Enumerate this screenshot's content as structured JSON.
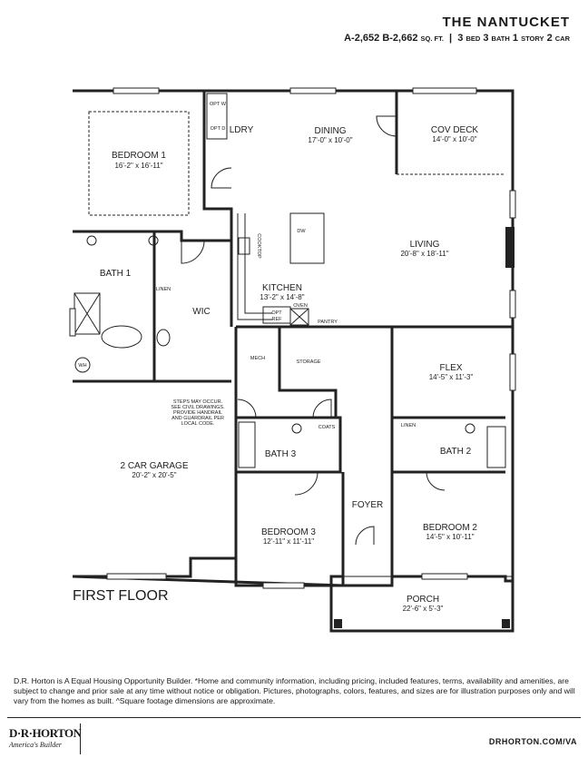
{
  "header": {
    "title": "THE NANTUCKET",
    "sqft_a": "A-2,652",
    "sqft_b": "B-2,662",
    "sqft_unit": "SQ. FT.",
    "beds": "3",
    "beds_label": "BED",
    "baths": "3",
    "baths_label": "BATH",
    "stories": "1",
    "stories_label": "STORY",
    "cars": "2",
    "cars_label": "CAR"
  },
  "rooms": {
    "bedroom1": {
      "name": "BEDROOM 1",
      "dims": "16'-2\" x 16'-11\""
    },
    "laundry": {
      "name": "LDRY"
    },
    "dining": {
      "name": "DINING",
      "dims": "17'-0\" x 10'-0\""
    },
    "cov_deck": {
      "name": "COV DECK",
      "dims": "14'-0\" x 10'-0\""
    },
    "living": {
      "name": "LIVING",
      "dims": "20'-8\" x 18'-11\""
    },
    "kitchen": {
      "name": "KITCHEN",
      "dims": "13'-2\" x 14'-8\""
    },
    "bath1": {
      "name": "BATH 1"
    },
    "wic": {
      "name": "WIC"
    },
    "mech": {
      "name": "MECH"
    },
    "storage": {
      "name": "STORAGE"
    },
    "flex": {
      "name": "FLEX",
      "dims": "14'-5\" x 11'-3\""
    },
    "garage": {
      "name": "2 CAR GARAGE",
      "dims": "20'-2\" x 20'-5\""
    },
    "bath3": {
      "name": "BATH 3"
    },
    "bath2": {
      "name": "BATH 2"
    },
    "foyer": {
      "name": "FOYER"
    },
    "bedroom3": {
      "name": "BEDROOM 3",
      "dims": "12'-11\" x 11'-11\""
    },
    "bedroom2": {
      "name": "BEDROOM 2",
      "dims": "14'-5\" x 10'-11\""
    },
    "porch": {
      "name": "PORCH",
      "dims": "22'-6\" x 5'-3\""
    }
  },
  "fixtures": {
    "opt_w": "OPT W",
    "opt_d": "OPT D",
    "linen1": "LINEN",
    "linen2": "LINEN",
    "wh": "WH",
    "cooktop": "COOKTOP",
    "dw": "DW",
    "opt_ref_1": "OPT",
    "opt_ref_2": "REF",
    "oven": "OVEN",
    "pantry": "PANTRY",
    "coats": "COATS"
  },
  "note": [
    "STEPS MAY OCCUR.",
    "SEE CIVIL DRAWINGS.",
    "PROVIDE HANDRAIL",
    "AND GUARDRAIL PER",
    "LOCAL CODE."
  ],
  "floor_label": "FIRST FLOOR",
  "disclaimer": "D.R. Horton is A Equal Housing Opportunity Builder. *Home and community information, including pricing, included features, terms, availability and amenities, are subject to change and prior sale at any time without notice or obligation. Pictures, photographs, colors, features, and sizes are for illustration purposes only and will vary from the homes as built. ^Square footage dimensions are approximate.",
  "footer": {
    "logo_main": "D·R·HORTON",
    "logo_tagline": "America's Builder",
    "url": "DRHORTON.COM/VA"
  }
}
